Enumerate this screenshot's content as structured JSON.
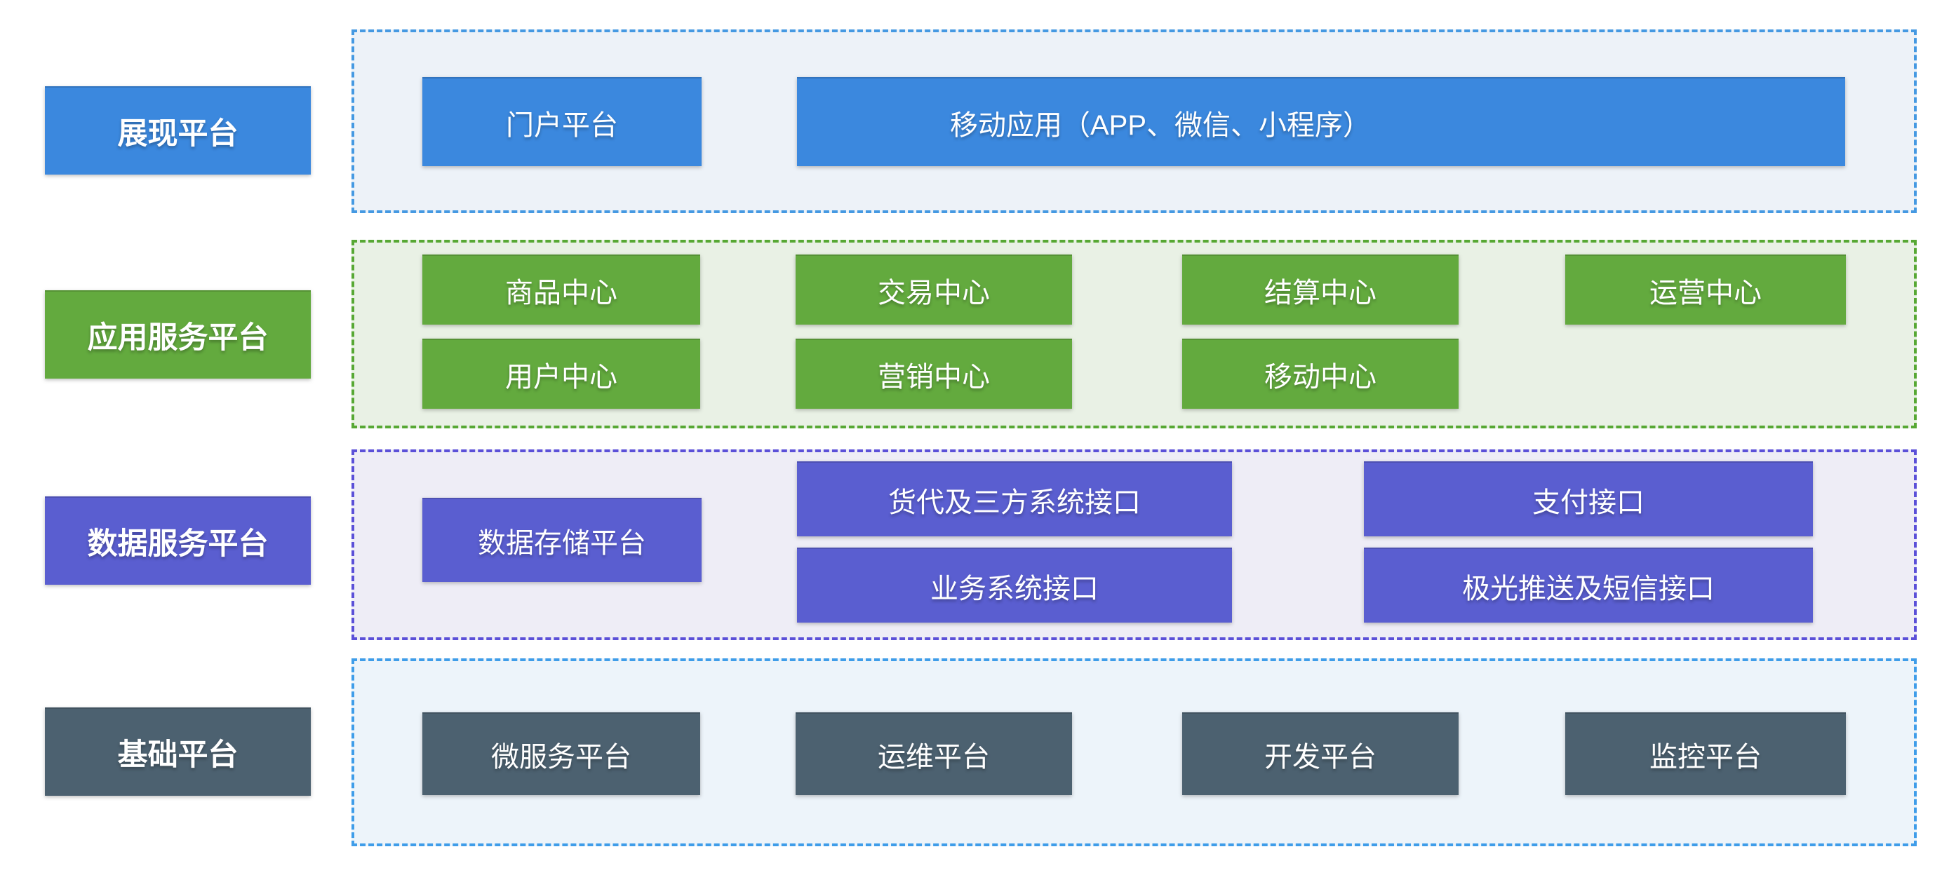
{
  "layers": [
    {
      "label": "展现平台",
      "items": [
        "门户平台",
        "移动应用（APP、微信、小程序）"
      ]
    },
    {
      "label": "应用服务平台",
      "items": [
        "商品中心",
        "交易中心",
        "结算中心",
        "运营中心",
        "用户中心",
        "营销中心",
        "移动中心"
      ]
    },
    {
      "label": "数据服务平台",
      "items": [
        "数据存储平台",
        "货代及三方系统接口",
        "业务系统接口",
        "支付接口",
        "极光推送及短信接口"
      ]
    },
    {
      "label": "基础平台",
      "items": [
        "微服务平台",
        "运维平台",
        "开发平台",
        "监控平台"
      ]
    }
  ],
  "colors": {
    "presentation": "#3b88de",
    "presentation_bg": "#edf2f8",
    "presentation_border": "#4599e2",
    "application": "#63aa3e",
    "application_bg": "#e9f1e5",
    "application_border": "#57a834",
    "data_service": "#5a5ed0",
    "data_service_bg": "#eeedf6",
    "data_service_border": "#5b50d8",
    "base": "#4c6170",
    "base_bg": "#edf4fa",
    "base_border": "#3f9de9",
    "text": "#ffffff"
  }
}
